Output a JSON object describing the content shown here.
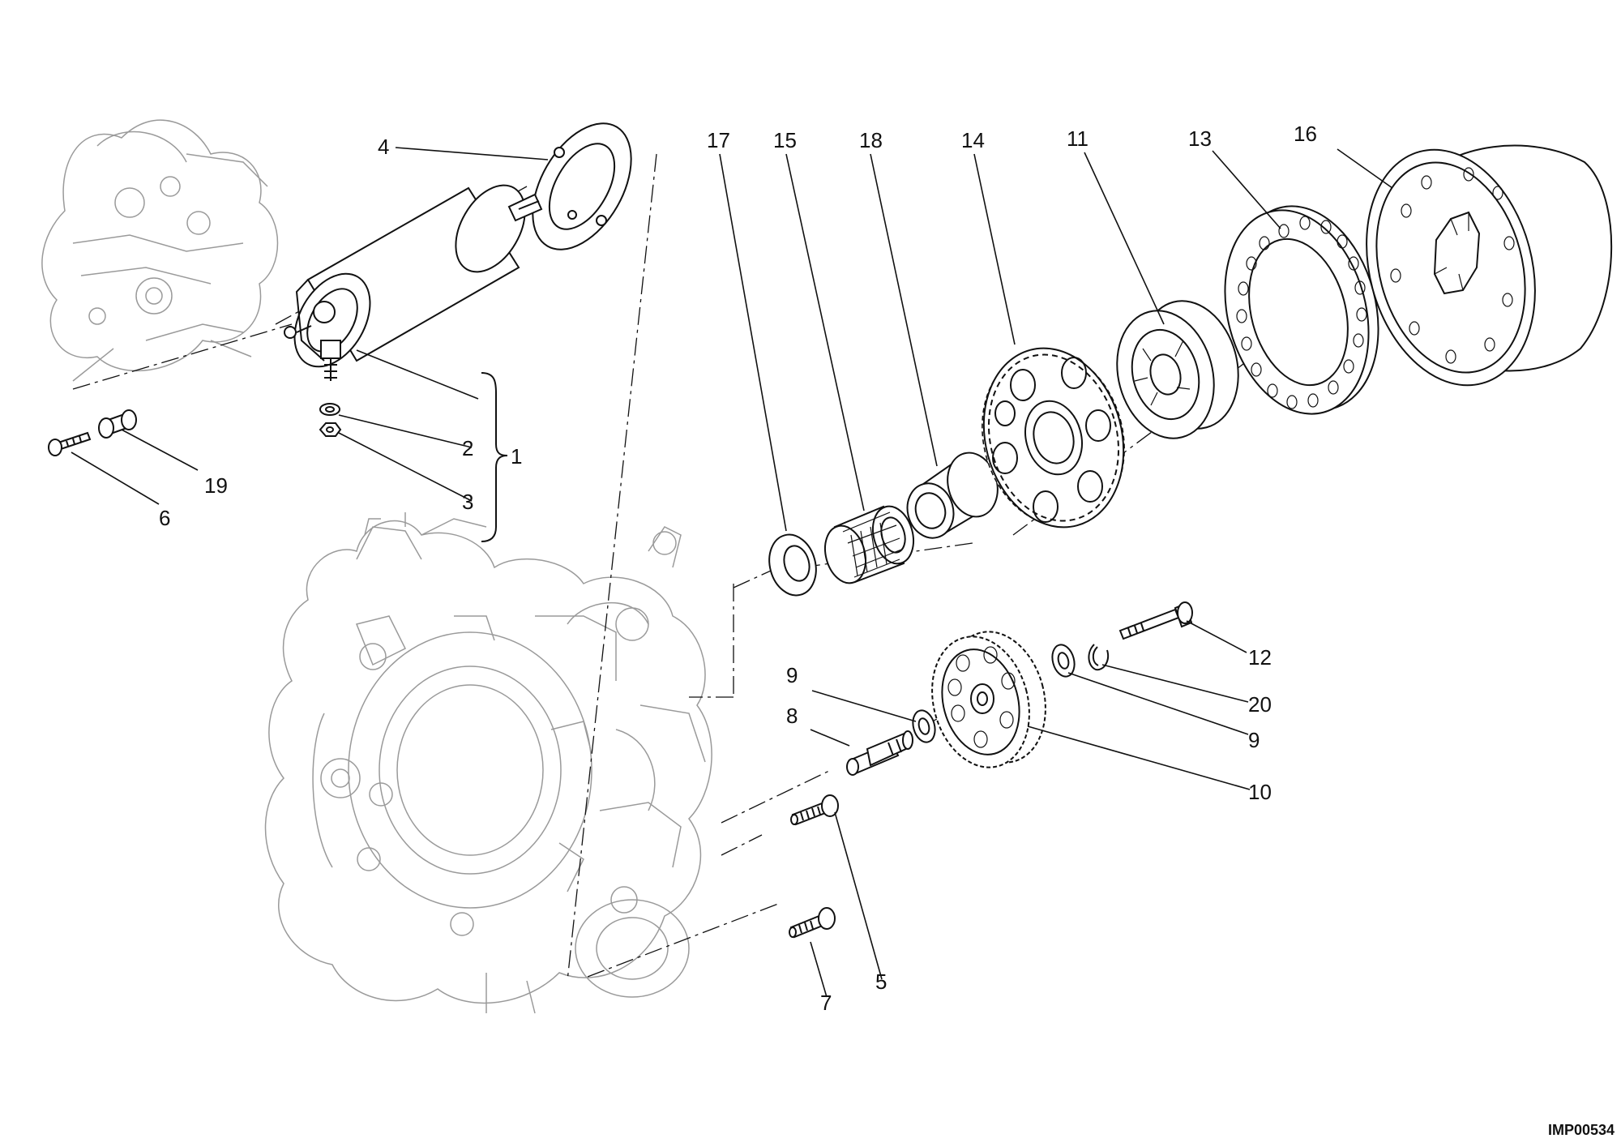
{
  "drawing_code": "IMP00534",
  "callouts": {
    "c1": "1",
    "c2": "2",
    "c3": "3",
    "c4": "4",
    "c5": "5",
    "c6": "6",
    "c7": "7",
    "c8": "8",
    "c9a": "9",
    "c9b": "9",
    "c10": "10",
    "c11": "11",
    "c12": "12",
    "c13": "13",
    "c14": "14",
    "c15": "15",
    "c16": "16",
    "c17": "17",
    "c18": "18",
    "c19": "19",
    "c20": "20"
  }
}
